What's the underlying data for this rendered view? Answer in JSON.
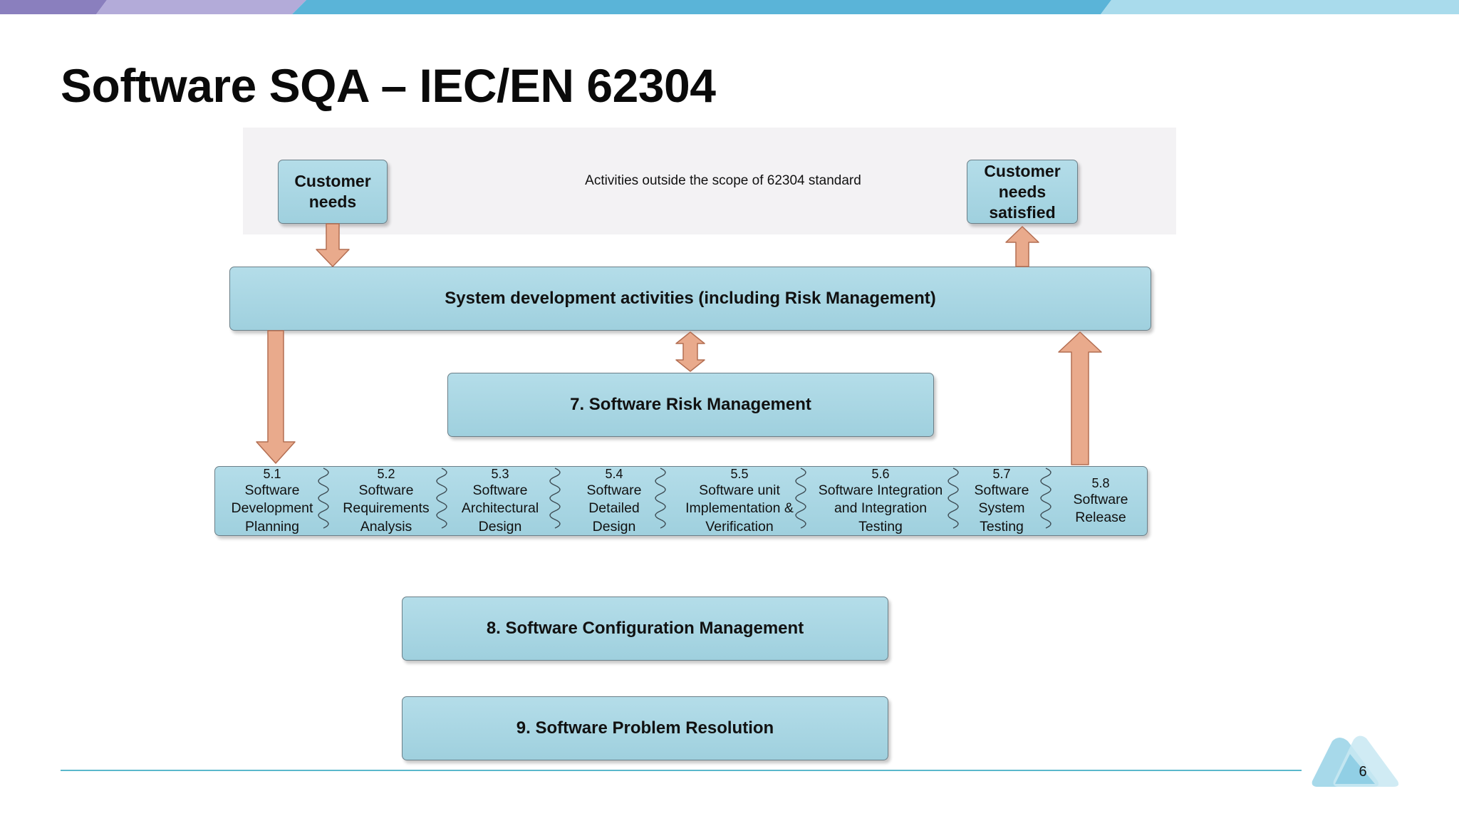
{
  "slide": {
    "title": "Software SQA – IEC/EN 62304",
    "page_number": "6"
  },
  "scope": {
    "text": "Activities outside the scope of 62304 standard"
  },
  "customer_needs": "Customer needs",
  "customer_satisfied": "Customer needs satisfied",
  "system_dev": "System development activities (including Risk Management)",
  "risk_mgmt": "7. Software Risk Management",
  "config_mgmt": "8. Software Configuration Management",
  "problem_res": "9. Software Problem Resolution",
  "processes": [
    {
      "num": "5.1",
      "label": "Software Development Planning"
    },
    {
      "num": "5.2",
      "label": "Software Requirements Analysis"
    },
    {
      "num": "5.3",
      "label": "Software Architectural Design"
    },
    {
      "num": "5.4",
      "label": "Software Detailed Design"
    },
    {
      "num": "5.5",
      "label": "Software unit Implementation & Verification"
    },
    {
      "num": "5.6",
      "label": "Software Integration and Integration Testing"
    },
    {
      "num": "5.7",
      "label": "Software System Testing"
    },
    {
      "num": "5.8",
      "label": "Software Release"
    }
  ],
  "colors": {
    "box_fill": "#a7d5e2",
    "arrow_fill": "#e9aa8c",
    "accent_teal": "#5bb8cc",
    "top_bar_purple": "#8c83c4",
    "top_bar_blue": "#5ab4d8"
  }
}
